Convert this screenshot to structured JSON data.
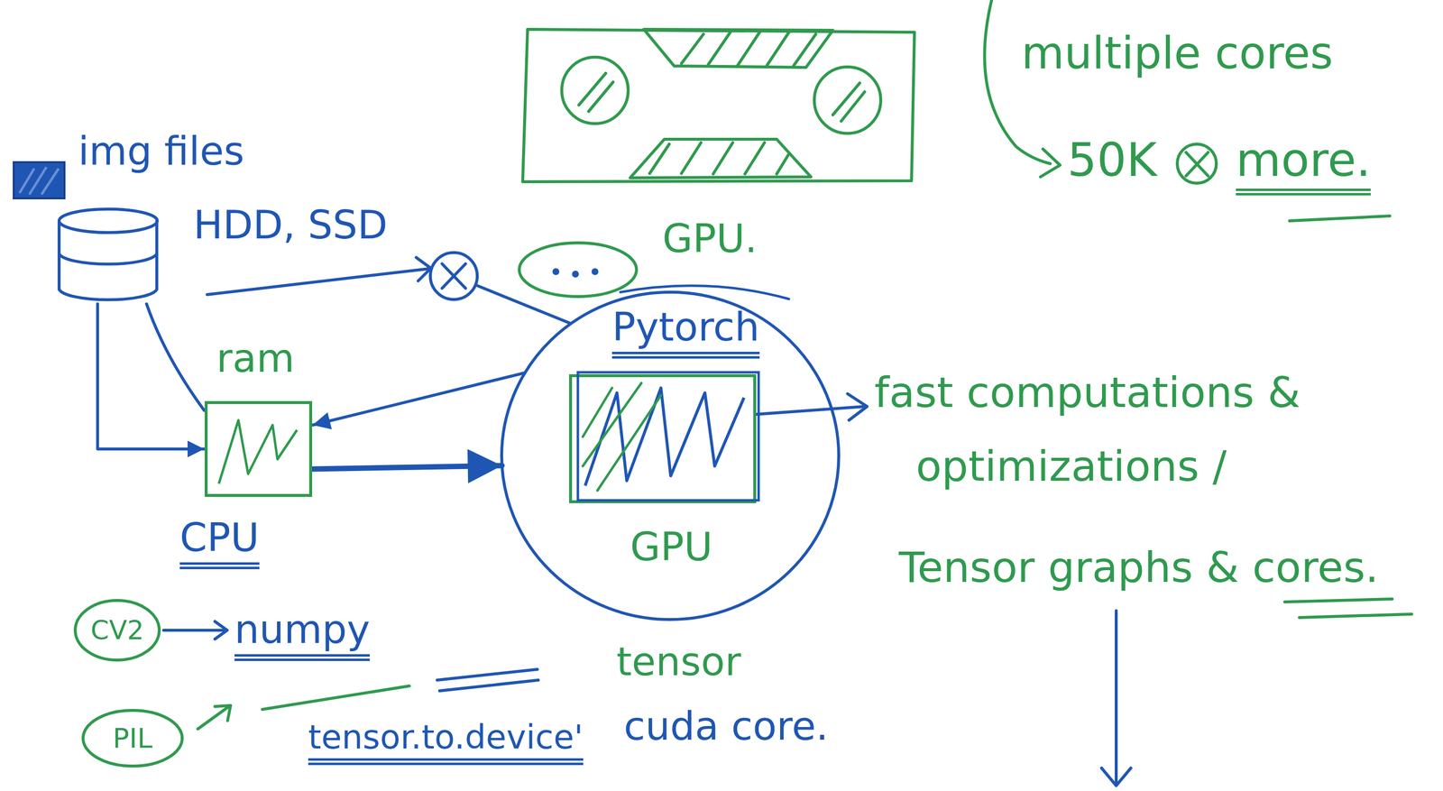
{
  "diagram": {
    "nodes": [
      {
        "text": [
          "img files",
          "HDD, SSD"
        ]
      },
      {
        "text": [
          "CPU"
        ]
      },
      {
        "text": [
          "Pytorch",
          "GPU"
        ]
      },
      {
        "text": [
          "CV2"
        ]
      },
      {
        "text": [
          "PIL"
        ]
      }
    ],
    "edges": [
      {
        "from": 0,
        "to": 1,
        "arrow": "to"
      },
      {
        "from": 1,
        "to": 0,
        "arrow": "none"
      },
      {
        "from": 2,
        "to": 1,
        "arrow": "to"
      },
      {
        "from": 1,
        "to": 2,
        "arrow": "to"
      }
    ],
    "labels": [
      "multiple cores",
      "50K",
      "more.",
      "GPU.",
      "ram",
      "fast computations &",
      "optimizations /",
      "Tensor graphs & cores.",
      "numpy",
      "tensor",
      "tensor.to.device'",
      "cuda core."
    ]
  }
}
